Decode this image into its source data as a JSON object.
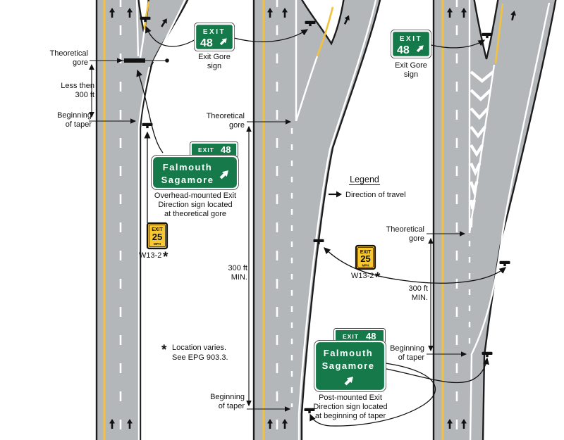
{
  "colors": {
    "pavement": "#b4b7ba",
    "edge": "#1c1c1c",
    "yellow_line": "#f2c23e",
    "sign_green": "#15794a",
    "warning_yellow": "#f8c832",
    "marking_white": "#ffffff"
  },
  "legend": {
    "title": "Legend",
    "direction": "Direction of travel"
  },
  "signs": {
    "exit_word": "EXIT",
    "exit_number": "48",
    "gore_caption": [
      "Exit Gore",
      "sign"
    ],
    "destinations": [
      "Falmouth",
      "Sagamore"
    ],
    "overhead_caption": [
      "Overhead-mounted Exit",
      "Direction sign located",
      "at theoretical gore"
    ],
    "post_caption": [
      "Post-mounted Exit",
      "Direction sign located",
      "at beginning of taper"
    ],
    "w13_2": {
      "top": "EXIT",
      "speed": "25",
      "unit": "MPH",
      "label": "W13-2",
      "star": "*"
    }
  },
  "labels": {
    "theoretical_gore": [
      "Theoretical",
      "gore"
    ],
    "beginning_of_taper": [
      "Beginning",
      "of taper"
    ],
    "less_then": [
      "Less then",
      "300 ft"
    ],
    "min_300": [
      "300 ft",
      "MIN."
    ],
    "note_star": "*",
    "note": [
      "Location varies.",
      "See EPG 903.3."
    ]
  }
}
